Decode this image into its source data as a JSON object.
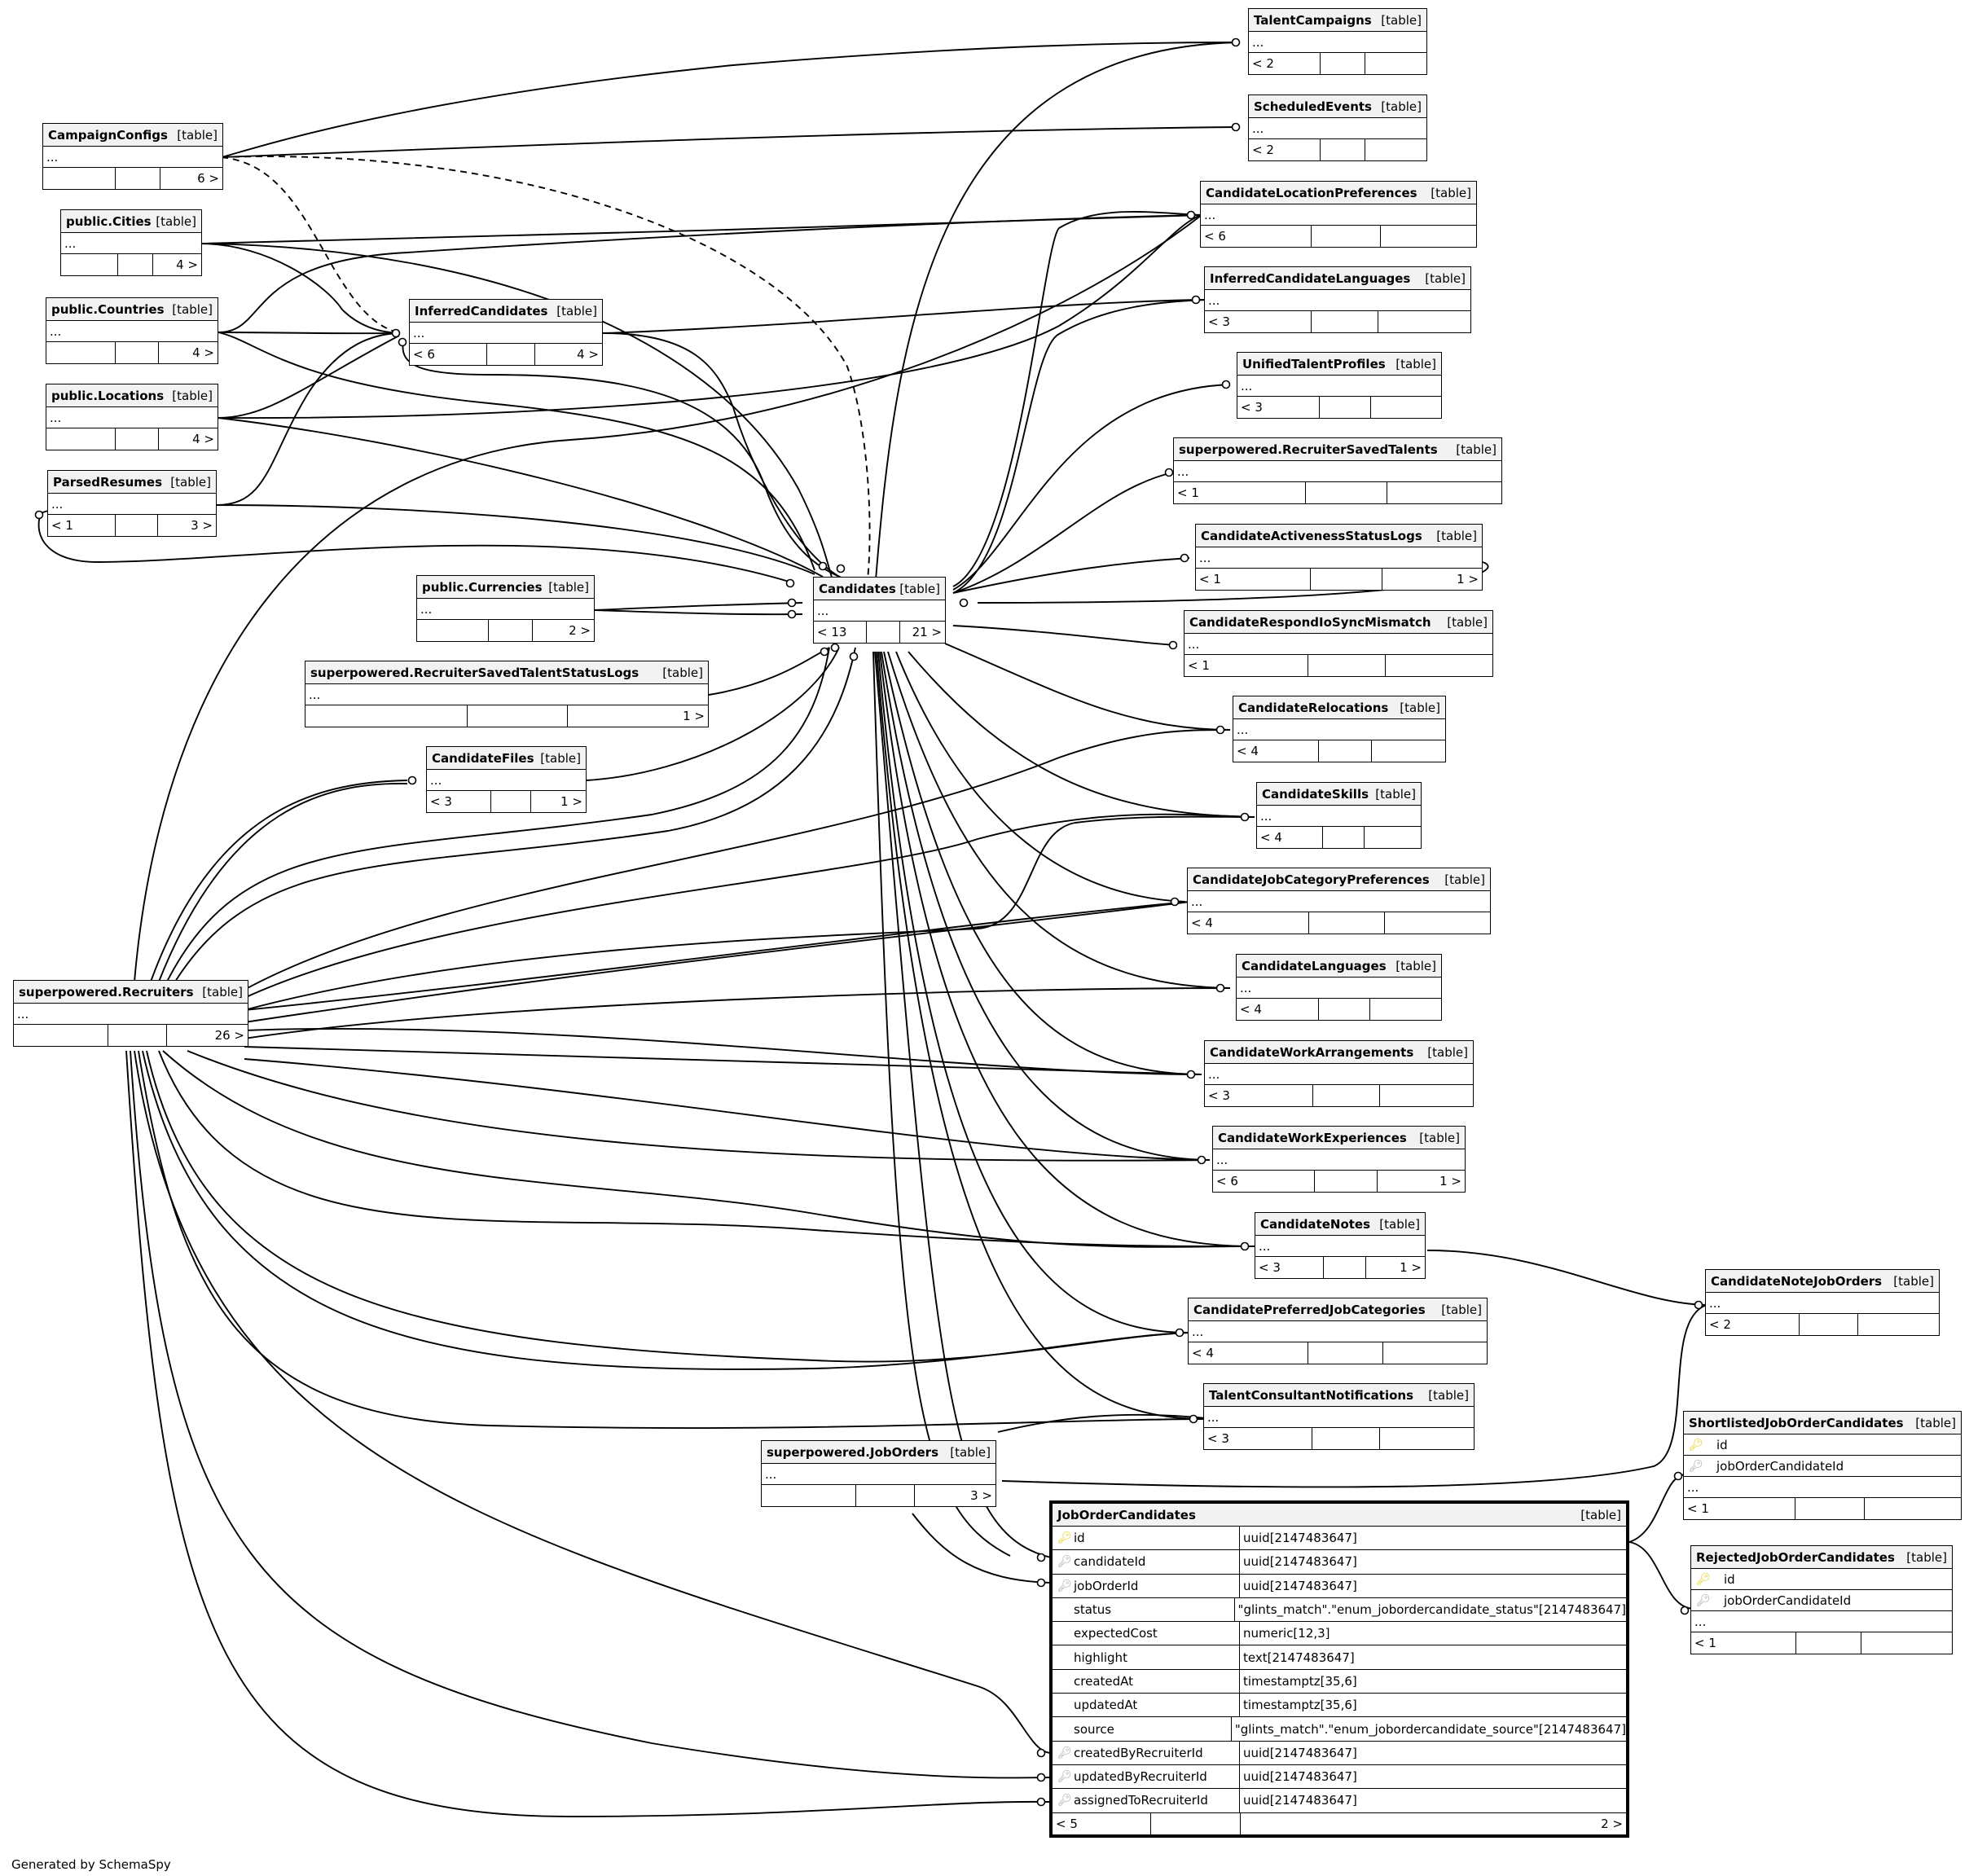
{
  "tag": "[table]",
  "ellipsis": "...",
  "tables": [
    {
      "name": "TalentCampaigns",
      "left": "< 2",
      "right": ""
    },
    {
      "name": "ScheduledEvents",
      "left": "< 2",
      "right": ""
    },
    {
      "name": "CampaignConfigs",
      "left": "",
      "right": "6 >"
    },
    {
      "name": "CandidateLocationPreferences",
      "left": "< 6",
      "right": ""
    },
    {
      "name": "public.Cities",
      "left": "",
      "right": "4 >"
    },
    {
      "name": "InferredCandidateLanguages",
      "left": "< 3",
      "right": ""
    },
    {
      "name": "InferredCandidates",
      "left": "< 6",
      "right": "4 >"
    },
    {
      "name": "public.Countries",
      "left": "",
      "right": "4 >"
    },
    {
      "name": "UnifiedTalentProfiles",
      "left": "< 3",
      "right": ""
    },
    {
      "name": "public.Locations",
      "left": "",
      "right": "4 >"
    },
    {
      "name": "superpowered.RecruiterSavedTalents",
      "left": "< 1",
      "right": ""
    },
    {
      "name": "ParsedResumes",
      "left": "< 1",
      "right": "3 >"
    },
    {
      "name": "CandidateActivenessStatusLogs",
      "left": "< 1",
      "right": "1 >"
    },
    {
      "name": "public.Currencies",
      "left": "",
      "right": "2 >"
    },
    {
      "name": "Candidates",
      "left": "< 13",
      "right": "21 >"
    },
    {
      "name": "CandidateRespondIoSyncMismatch",
      "left": "< 1",
      "right": ""
    },
    {
      "name": "superpowered.RecruiterSavedTalentStatusLogs",
      "left": "",
      "right": "1 >"
    },
    {
      "name": "CandidateRelocations",
      "left": "< 4",
      "right": ""
    },
    {
      "name": "CandidateFiles",
      "left": "< 3",
      "right": "1 >"
    },
    {
      "name": "CandidateSkills",
      "left": "< 4",
      "right": ""
    },
    {
      "name": "CandidateJobCategoryPreferences",
      "left": "< 4",
      "right": ""
    },
    {
      "name": "CandidateLanguages",
      "left": "< 4",
      "right": ""
    },
    {
      "name": "superpowered.Recruiters",
      "left": "",
      "right": "26 >"
    },
    {
      "name": "CandidateWorkArrangements",
      "left": "< 3",
      "right": ""
    },
    {
      "name": "CandidateWorkExperiences",
      "left": "< 6",
      "right": "1 >"
    },
    {
      "name": "CandidateNotes",
      "left": "< 3",
      "right": "1 >"
    },
    {
      "name": "CandidateNoteJobOrders",
      "left": "< 2",
      "right": ""
    },
    {
      "name": "CandidatePreferredJobCategories",
      "left": "< 4",
      "right": ""
    },
    {
      "name": "TalentConsultantNotifications",
      "left": "< 3",
      "right": ""
    },
    {
      "name": "superpowered.JobOrders",
      "left": "",
      "right": "3 >"
    },
    {
      "name": "ShortlistedJobOrderCandidates",
      "left": "< 1",
      "right": "",
      "fields": [
        "id",
        "jobOrderCandidateId"
      ]
    },
    {
      "name": "RejectedJobOrderCandidates",
      "left": "< 1",
      "right": "",
      "fields": [
        "id",
        "jobOrderCandidateId"
      ]
    }
  ],
  "main_table": {
    "name": "JobOrderCandidates",
    "left": "< 5",
    "right": "2 >",
    "fields": [
      {
        "name": "id",
        "type": "uuid[2147483647]",
        "key": "pk"
      },
      {
        "name": "candidateId",
        "type": "uuid[2147483647]",
        "key": "fk"
      },
      {
        "name": "jobOrderId",
        "type": "uuid[2147483647]",
        "key": "fk"
      },
      {
        "name": "status",
        "type": "\"glints_match\".\"enum_jobordercandidate_status\"[2147483647]",
        "key": ""
      },
      {
        "name": "expectedCost",
        "type": "numeric[12,3]",
        "key": ""
      },
      {
        "name": "highlight",
        "type": "text[2147483647]",
        "key": ""
      },
      {
        "name": "createdAt",
        "type": "timestamptz[35,6]",
        "key": ""
      },
      {
        "name": "updatedAt",
        "type": "timestamptz[35,6]",
        "key": ""
      },
      {
        "name": "source",
        "type": "\"glints_match\".\"enum_jobordercandidate_source\"[2147483647]",
        "key": ""
      },
      {
        "name": "createdByRecruiterId",
        "type": "uuid[2147483647]",
        "key": "fk"
      },
      {
        "name": "updatedByRecruiterId",
        "type": "uuid[2147483647]",
        "key": "fk"
      },
      {
        "name": "assignedToRecruiterId",
        "type": "uuid[2147483647]",
        "key": "fk"
      }
    ]
  },
  "footer": "Generated by SchemaSpy"
}
